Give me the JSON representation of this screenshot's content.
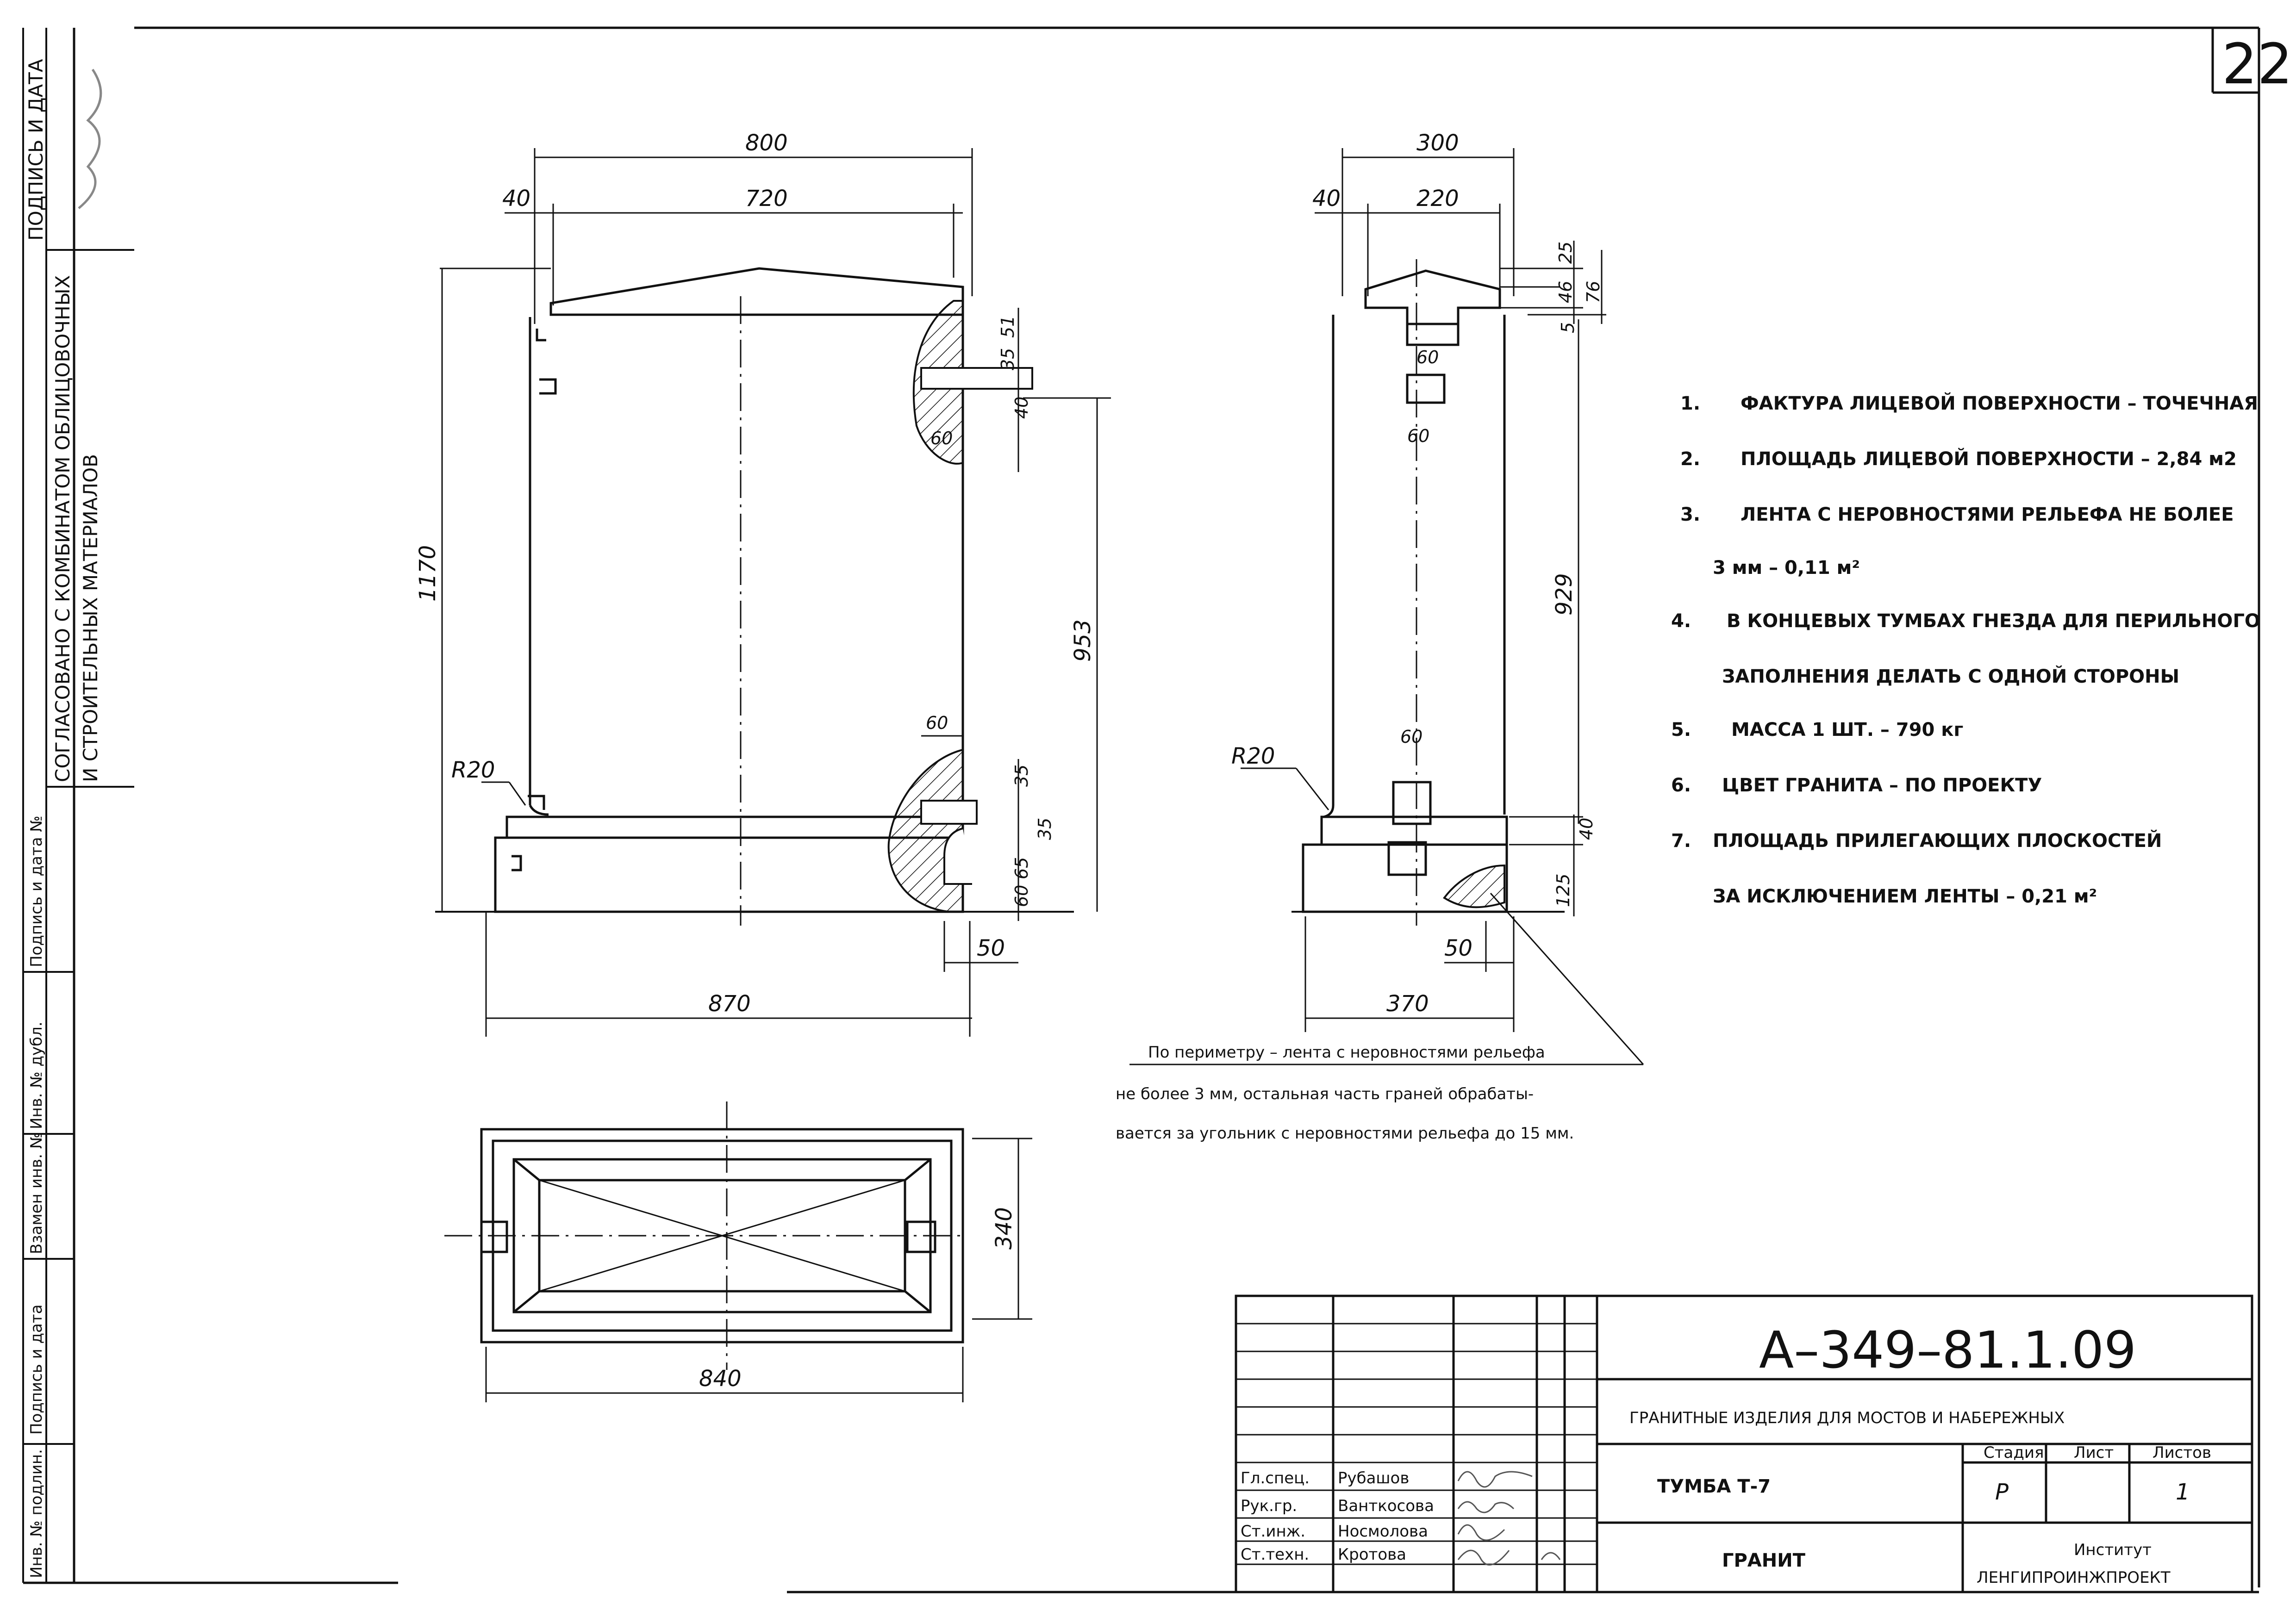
{
  "sheet": {
    "page_number": "22"
  },
  "side_stamp": {
    "signature_date": "ПОДПИСЬ И ДАТА",
    "agreed_line1": "СОГЛАСОВАНО С КОМБИНАТОМ ОБЛИЦОВОЧНЫХ",
    "agreed_line2": "И СТРОИТЕЛЬНЫХ МАТЕРИАЛОВ",
    "cells": [
      "Подпись и дата №",
      "Инв. № дубл.",
      "Взамен инв. №",
      "Подпись и дата",
      "Инв. № подлин."
    ]
  },
  "front_view": {
    "dims": {
      "total_width": "800",
      "inner_width": "720",
      "offset": "40",
      "height": "1170",
      "base_width": "870",
      "socket_depth": "953",
      "radius": "R20"
    },
    "small_dims": [
      "51",
      "35",
      "40",
      "60",
      "60",
      "35",
      "35",
      "65",
      "60",
      "50"
    ]
  },
  "side_view": {
    "dims": {
      "total_width": "300",
      "inner_width": "220",
      "offset": "40",
      "body_height": "929",
      "base_width": "370",
      "radius": "R20",
      "base_h": "125",
      "plinth_h": "40",
      "groove": "50"
    },
    "small_dims": [
      "25",
      "46",
      "76",
      "5",
      "60",
      "60",
      "60"
    ]
  },
  "plan_view": {
    "dims": {
      "width": "840",
      "depth": "340"
    }
  },
  "perimeter_note": [
    "По периметру – лента с неровностями рельефа",
    "не более 3 мм, остальная часть граней обрабаты-",
    "вается за угольник  с неровностями рельефа до 15 мм."
  ],
  "notes": [
    {
      "num": "1.",
      "text": "ФАКТУРА ЛИЦЕВОЙ ПОВЕРХНОСТИ – ТОЧЕЧНАЯ"
    },
    {
      "num": "2.",
      "text": "ПЛОЩАДЬ ЛИЦЕВОЙ ПОВЕРХНОСТИ – 2,84 м2"
    },
    {
      "num": "3.",
      "text": "ЛЕНТА С НЕРОВНОСТЯМИ РЕЛЬЕФА НЕ БОЛЕЕ"
    },
    {
      "num": "",
      "text": "3 мм  –  0,11   м²"
    },
    {
      "num": "4.",
      "text": "В КОНЦЕВЫХ ТУМБАХ ГНЕЗДА ДЛЯ ПЕРИЛЬНОГО"
    },
    {
      "num": "",
      "text": "ЗАПОЛНЕНИЯ ДЕЛАТЬ  С ОДНОЙ СТОРОНЫ"
    },
    {
      "num": "5.",
      "text": "МАССА 1 ШТ. –    790  кг"
    },
    {
      "num": "6.",
      "text": "ЦВЕТ ГРАНИТА – ПО ПРОЕКТУ"
    },
    {
      "num": "7.",
      "text": "ПЛОЩАДЬ ПРИЛЕГАЮЩИХ ПЛОСКОСТЕЙ"
    },
    {
      "num": "",
      "text": "ЗА ИСКЛЮЧЕНИЕМ ЛЕНТЫ  – 0,21 м²"
    }
  ],
  "title_block": {
    "doc_code": "А–349–81.1.09",
    "series_title": "ГРАНИТНЫЕ ИЗДЕЛИЯ ДЛЯ МОСТОВ И НАБЕРЕЖНЫХ",
    "item": "ТУМБА   Т-7",
    "material": "ГРАНИТ",
    "stage_label": "Стадия",
    "sheet_label": "Лист",
    "sheets_label": "Листов",
    "stage_value": "Р",
    "sheets_value": "1",
    "institute_line1": "Институт",
    "institute_line2": "ЛЕНГИПРОИНЖПРОЕКТ",
    "staff": [
      {
        "role": "Гл.спец.",
        "name": "Рубашов"
      },
      {
        "role": "Рук.гр.",
        "name": "Ванткосова"
      },
      {
        "role": "Ст.инж.",
        "name": "Носмолова"
      },
      {
        "role": "Ст.техн.",
        "name": "Кротова"
      }
    ]
  },
  "colors": {
    "ink": "#111111",
    "paper": "#ffffff"
  }
}
